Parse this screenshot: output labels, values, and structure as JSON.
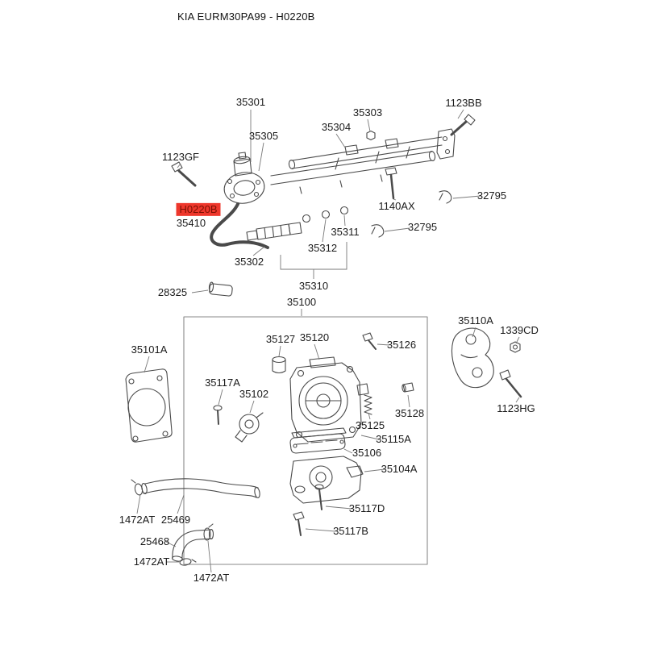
{
  "header": {
    "title": "KIA EURM30PA99 - H0220B"
  },
  "highlight": {
    "background": "#ee372c",
    "text_color": "#7a1002",
    "code": "H0220B"
  },
  "parts": {
    "p35301": "35301",
    "p35303": "35303",
    "p1123BB": "1123BB",
    "p35304": "35304",
    "p35305": "35305",
    "p1123GF": "1123GF",
    "hH0220B": "H0220B",
    "p35410": "35410",
    "p1140AX": "1140AX",
    "p32795a": "32795",
    "p32795b": "32795",
    "p35311": "35311",
    "p35312": "35312",
    "p35302": "35302",
    "p28325": "28325",
    "p35310": "35310",
    "p35100": "35100",
    "p35110A": "35110A",
    "p1339CD": "1339CD",
    "p35127": "35127",
    "p35120": "35120",
    "p35126": "35126",
    "p35101A": "35101A",
    "p35117A": "35117A",
    "p35102": "35102",
    "p1123HG": "1123HG",
    "p35125": "35125",
    "p35128": "35128",
    "p35115A": "35115A",
    "p35106": "35106",
    "p35104A": "35104A",
    "p35117D": "35117D",
    "p1472ATa": "1472AT",
    "p25469": "25469",
    "p35117B": "35117B",
    "p25468": "25468",
    "p1472ATb": "1472AT",
    "p1472ATc": "1472AT"
  }
}
